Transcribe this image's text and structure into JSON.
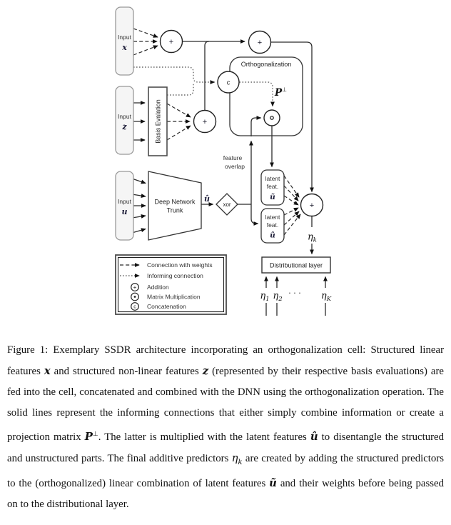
{
  "colors": {
    "ink": "#2b2b2b",
    "input_box_fill": "#f5f5f5",
    "input_box_stroke": "#999999",
    "dotted_line": "#6a6a6a"
  },
  "figure": {
    "input_x": {
      "label": "Input",
      "symbol": "x"
    },
    "input_z": {
      "label": "Input",
      "symbol": "z"
    },
    "input_u": {
      "label": "Input",
      "symbol": "u"
    },
    "basis_label": "Basis Evalation",
    "trunk_line1": "Deep Network",
    "trunk_line2": "Trunk",
    "trunk_output": "û",
    "xor_label": "xor",
    "ortho_title": "Orthogonalization",
    "concat_glyph": "c",
    "proj_base": "P",
    "proj_sup": "⊥",
    "plus_glyph": "+",
    "overlap_line1": "feature",
    "overlap_line2": "overlap",
    "latent_tilde": {
      "line1": "latent",
      "line2": "feat.",
      "symbol": "ũ"
    },
    "latent_hat": {
      "line1": "latent",
      "line2": "feat.",
      "symbol": "û"
    },
    "eta_k": {
      "base": "η",
      "sub": "k"
    },
    "dist_label": "Distributional layer",
    "eta1": {
      "base": "η",
      "sub": "1"
    },
    "eta2": {
      "base": "η",
      "sub": "2"
    },
    "eta_dots": "· · ·",
    "etaK": {
      "base": "η",
      "sub": "K"
    },
    "legend": {
      "weighted": "Connection with weights",
      "informing": "Informing connection",
      "addition": "Addition",
      "matmul": "Matrix Multiplication",
      "concat": "Concatenation"
    }
  },
  "caption": {
    "p1": "Figure 1: Exemplary SSDR architecture incorporating an orthogonalization cell: Structured linear features ",
    "sym_x": "x",
    "p2": " and structured non-linear features ",
    "sym_z": "z",
    "p3": " (represented by their respective basis evaluations) are fed into the cell, concatenated and combined with the DNN using the orthogonalization operation. The solid lines represent the informing connections that either simply combine information or create a projection matrix ",
    "proj_base": "P",
    "proj_sup": "⊥",
    "p4": ". The latter is multiplied with the latent features ",
    "sym_uhat": "û",
    "p5": " to disentangle the structured and unstructured parts. The final additive predictors ",
    "eta_base": "η",
    "eta_sub": "k",
    "p6": " are created by adding the structured predictors to the (orthogonalized) linear combination of latent features ",
    "sym_utilde": "ũ",
    "p7": " and their weights before being passed on to the distributional layer."
  }
}
